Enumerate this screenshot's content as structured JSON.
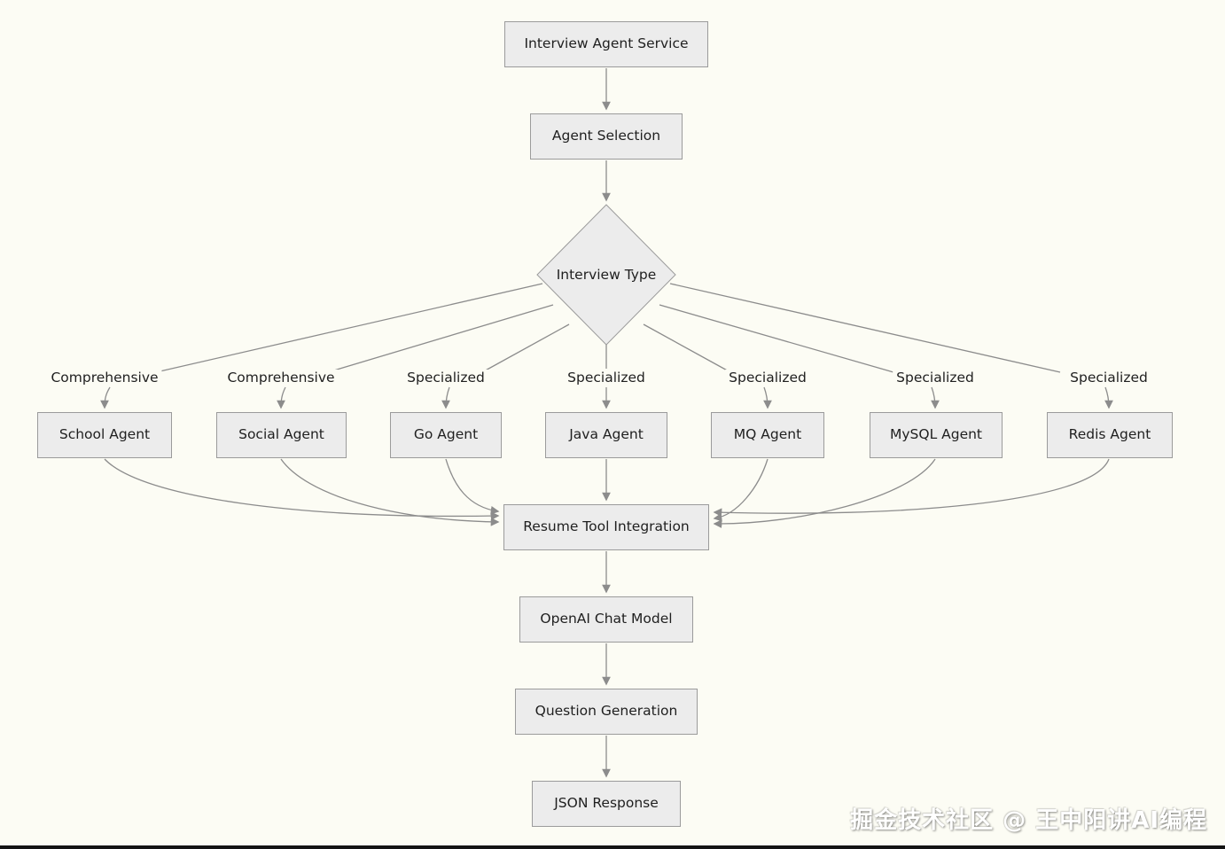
{
  "nodes": {
    "service": "Interview Agent Service",
    "selection": "Agent Selection",
    "interview_type": "Interview Type",
    "school": "School Agent",
    "social": "Social Agent",
    "go": "Go Agent",
    "java": "Java Agent",
    "mq": "MQ Agent",
    "mysql": "MySQL Agent",
    "redis": "Redis Agent",
    "resume": "Resume Tool Integration",
    "openai": "OpenAI Chat Model",
    "question": "Question Generation",
    "json": "JSON Response"
  },
  "edge_labels": {
    "school": "Comprehensive",
    "social": "Comprehensive",
    "go": "Specialized",
    "java": "Specialized",
    "mq": "Specialized",
    "mysql": "Specialized",
    "redis": "Specialized"
  },
  "watermark": "掘金技术社区 @ 王中阳讲AI编程",
  "colors": {
    "background": "#fcfcf4",
    "node_fill": "#ececec",
    "node_border": "#9b9b9b",
    "edge": "#8c8c8c",
    "text": "#1f1f1f",
    "watermark": "#ffffff"
  }
}
